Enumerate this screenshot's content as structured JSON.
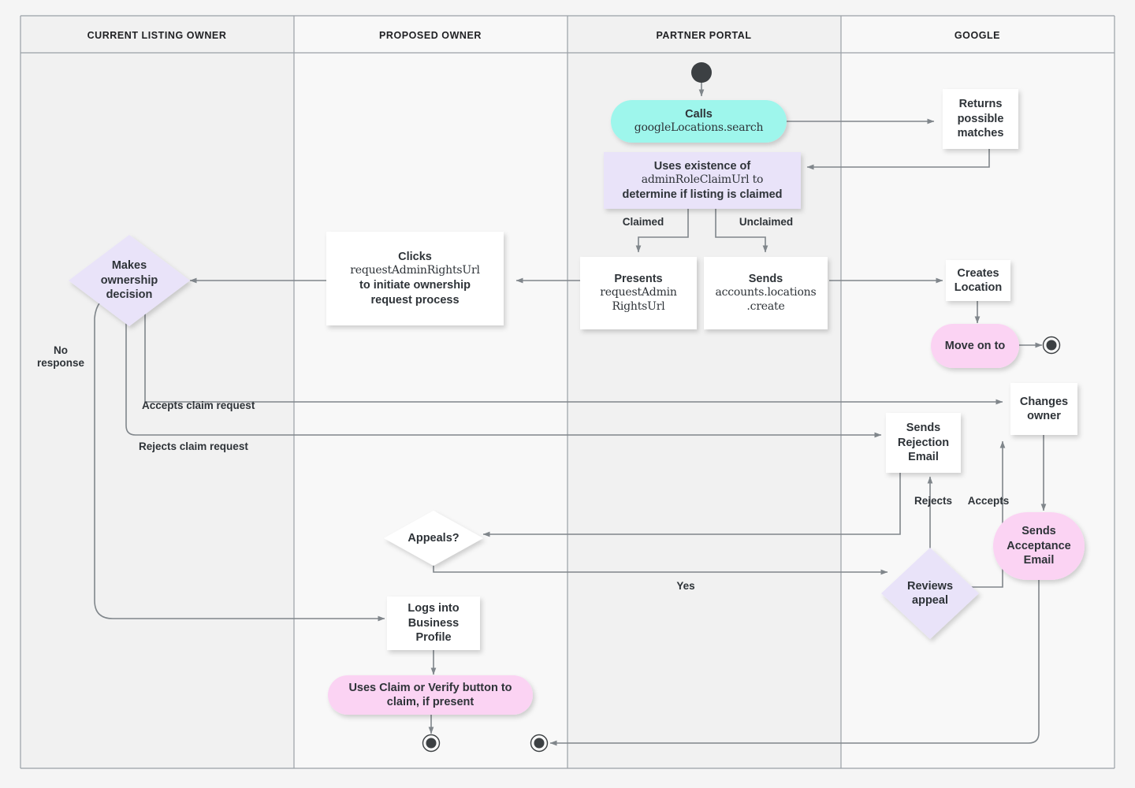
{
  "diagram": {
    "title": "Business Profile listing ownership transfer flow",
    "type": "swimlane-flowchart",
    "colors": {
      "canvas": "#f5f5f5",
      "lane_odd": "#f1f1f1",
      "lane_even": "#f8f8f8",
      "lane_border": "#9aa0a6",
      "node_white": "#ffffff",
      "node_lavender": "#e9e3f9",
      "node_cyan": "#9ef6ec",
      "node_pink": "#fbd3f3",
      "stroke": "#80868b",
      "text": "#2e3338"
    },
    "lanes": [
      {
        "id": "current-listing-owner",
        "label": "CURRENT LISTING OWNER"
      },
      {
        "id": "proposed-owner",
        "label": "PROPOSED OWNER"
      },
      {
        "id": "partner-portal",
        "label": "PARTNER PORTAL"
      },
      {
        "id": "google",
        "label": "GOOGLE"
      }
    ],
    "nodes": [
      {
        "id": "start",
        "lane": "partner-portal",
        "shape": "start-circle",
        "label": ""
      },
      {
        "id": "calls-google-locations-search",
        "lane": "partner-portal",
        "shape": "stadium",
        "fill": "cyan",
        "lines": [
          {
            "t": "Calls",
            "s": "b"
          },
          {
            "t": "googleLocations.search",
            "s": "m"
          }
        ]
      },
      {
        "id": "returns-possible-matches",
        "lane": "google",
        "shape": "rect",
        "fill": "white",
        "lines": [
          {
            "t": "Returns",
            "s": "b"
          },
          {
            "t": "possible",
            "s": "b"
          },
          {
            "t": "matches",
            "s": "b"
          }
        ]
      },
      {
        "id": "uses-existence-of-admin-role-claim-url",
        "lane": "partner-portal",
        "shape": "rect",
        "fill": "lavender",
        "lines": [
          {
            "t": "Uses existence of",
            "s": "b"
          },
          {
            "t": "adminRoleClaimUrl to",
            "s": "mix"
          },
          {
            "t": "determine if listing is claimed",
            "s": "b"
          }
        ]
      },
      {
        "id": "presents-request-admin-rights-url",
        "lane": "partner-portal",
        "shape": "rect",
        "fill": "white",
        "lines": [
          {
            "t": "Presents",
            "s": "b"
          },
          {
            "t": "requestAdmin",
            "s": "m"
          },
          {
            "t": "RightsUrl",
            "s": "m"
          }
        ]
      },
      {
        "id": "sends-accounts-locations-create",
        "lane": "partner-portal",
        "shape": "rect",
        "fill": "white",
        "lines": [
          {
            "t": "Sends",
            "s": "b"
          },
          {
            "t": "accounts.locations",
            "s": "m"
          },
          {
            "t": ".create",
            "s": "m"
          }
        ]
      },
      {
        "id": "creates-location",
        "lane": "google",
        "shape": "rect",
        "fill": "white",
        "lines": [
          {
            "t": "Creates",
            "s": "b"
          },
          {
            "t": "Location",
            "s": "b"
          }
        ]
      },
      {
        "id": "move-on-to",
        "lane": "google",
        "shape": "stadium",
        "fill": "pink",
        "lines": [
          {
            "t": "Move on to",
            "s": "b"
          }
        ]
      },
      {
        "id": "end-google",
        "lane": "google",
        "shape": "end-circle",
        "label": ""
      },
      {
        "id": "clicks-request-admin-rights-url",
        "lane": "proposed-owner",
        "shape": "rect",
        "fill": "white",
        "lines": [
          {
            "t": "Clicks",
            "s": "b"
          },
          {
            "t": "requestAdminRightsUrl",
            "s": "m"
          },
          {
            "t": "to initiate ownership",
            "s": "b"
          },
          {
            "t": "request process",
            "s": "b"
          }
        ]
      },
      {
        "id": "makes-ownership-decision",
        "lane": "current-listing-owner",
        "shape": "diamond",
        "fill": "lavender",
        "lines": [
          {
            "t": "Makes",
            "s": "b"
          },
          {
            "t": "ownership",
            "s": "b"
          },
          {
            "t": "decision",
            "s": "b"
          }
        ]
      },
      {
        "id": "changes-owner",
        "lane": "google",
        "shape": "rect",
        "fill": "white",
        "lines": [
          {
            "t": "Changes",
            "s": "b"
          },
          {
            "t": "owner",
            "s": "b"
          }
        ]
      },
      {
        "id": "sends-rejection-email",
        "lane": "google",
        "shape": "rect",
        "fill": "white",
        "lines": [
          {
            "t": "Sends",
            "s": "b"
          },
          {
            "t": "Rejection",
            "s": "b"
          },
          {
            "t": "Email",
            "s": "b"
          }
        ]
      },
      {
        "id": "sends-acceptance-email",
        "lane": "google",
        "shape": "stadium",
        "fill": "pink",
        "lines": [
          {
            "t": "Sends",
            "s": "b"
          },
          {
            "t": "Acceptance",
            "s": "b"
          },
          {
            "t": "Email",
            "s": "b"
          }
        ]
      },
      {
        "id": "appeals",
        "lane": "proposed-owner",
        "shape": "diamond",
        "fill": "white",
        "lines": [
          {
            "t": "Appeals?",
            "s": "b"
          }
        ]
      },
      {
        "id": "reviews-appeal",
        "lane": "google",
        "shape": "diamond",
        "fill": "lavender",
        "lines": [
          {
            "t": "Reviews",
            "s": "b"
          },
          {
            "t": "appeal",
            "s": "b"
          }
        ]
      },
      {
        "id": "logs-into-business-profile",
        "lane": "proposed-owner",
        "shape": "rect",
        "fill": "white",
        "lines": [
          {
            "t": "Logs into",
            "s": "b"
          },
          {
            "t": "Business",
            "s": "b"
          },
          {
            "t": "Profile",
            "s": "b"
          }
        ]
      },
      {
        "id": "uses-claim-or-verify-button",
        "lane": "proposed-owner",
        "shape": "stadium",
        "fill": "pink",
        "lines": [
          {
            "t": "Uses Claim or Verify button to",
            "s": "b"
          },
          {
            "t": "claim, if present",
            "s": "b"
          }
        ]
      },
      {
        "id": "end-proposed-owner",
        "lane": "proposed-owner",
        "shape": "end-circle",
        "label": ""
      },
      {
        "id": "end-partner-portal",
        "lane": "partner-portal",
        "shape": "end-circle",
        "label": ""
      }
    ],
    "edge_labels": [
      {
        "id": "claimed",
        "text": "Claimed"
      },
      {
        "id": "unclaimed",
        "text": "Unclaimed"
      },
      {
        "id": "no-response",
        "text": "No\nresponse",
        "line1": "No",
        "line2": "response"
      },
      {
        "id": "accepts-claim-request",
        "text": "Accepts claim request"
      },
      {
        "id": "rejects-claim-request",
        "text": "Rejects claim request"
      },
      {
        "id": "rejects",
        "text": "Rejects"
      },
      {
        "id": "accepts",
        "text": "Accepts"
      },
      {
        "id": "yes",
        "text": "Yes"
      }
    ]
  }
}
